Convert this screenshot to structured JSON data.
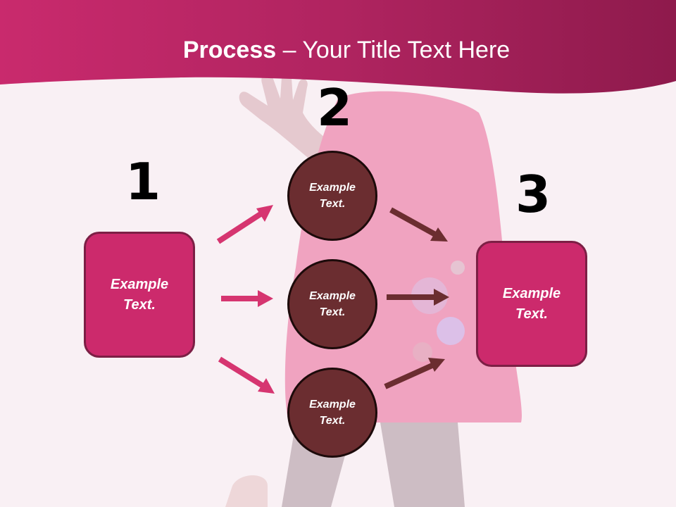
{
  "title": {
    "bold": "Process",
    "rest": " – Your Title Text Here"
  },
  "steps": [
    {
      "number": "1",
      "text": "Example Text."
    },
    {
      "number": "2",
      "text": ""
    },
    {
      "number": "3",
      "text": "Example Text."
    }
  ],
  "circles": [
    "Example Text.",
    "Example Text.",
    "Example Text."
  ],
  "colors": {
    "banner": "#b3245e",
    "box": "#cc2a6c",
    "circle": "#6b2d30",
    "pink_arrow": "#d63570",
    "dark_arrow": "#6b2d30"
  }
}
